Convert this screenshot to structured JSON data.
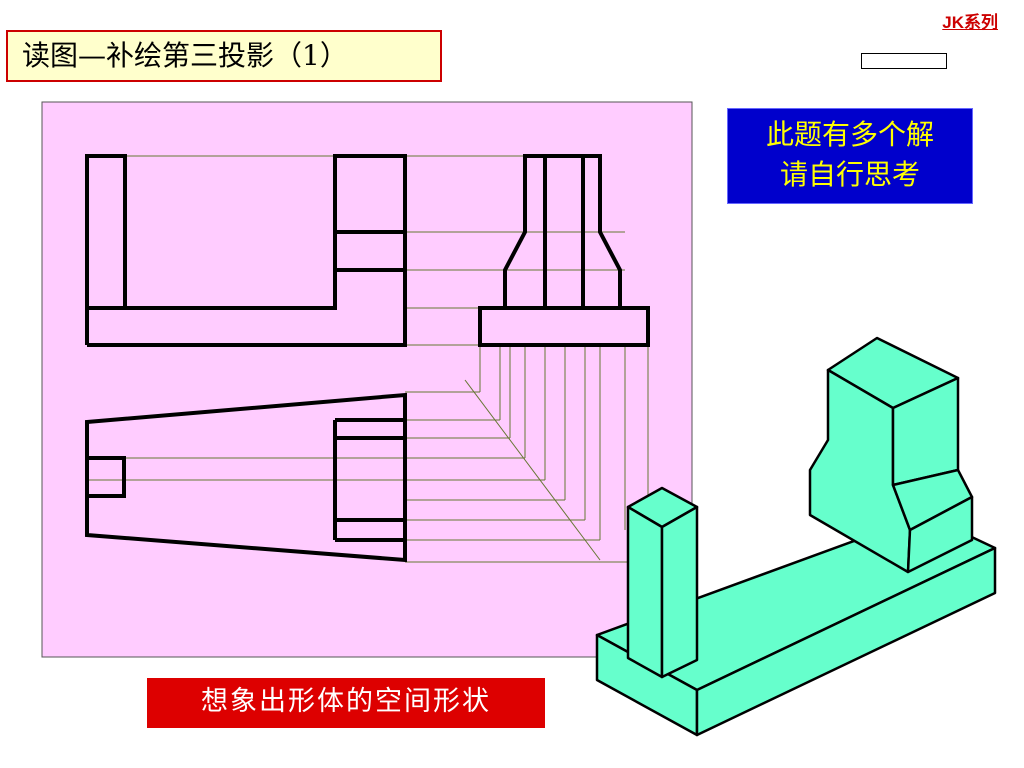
{
  "header": {
    "title": "读图—补绘第三投影（1）",
    "series": "JK系列"
  },
  "hint": {
    "line1": "此题有多个解",
    "line2": "请自行思考"
  },
  "caption": "想象出形体的空间形状",
  "colors": {
    "panel": "#ffccff",
    "model": "#66ffcc",
    "title_bg": "#ffffcc",
    "title_border": "#cc0000",
    "hint_bg": "#0000cc",
    "hint_text": "#ffff00",
    "caption_bg": "#dd0000"
  }
}
